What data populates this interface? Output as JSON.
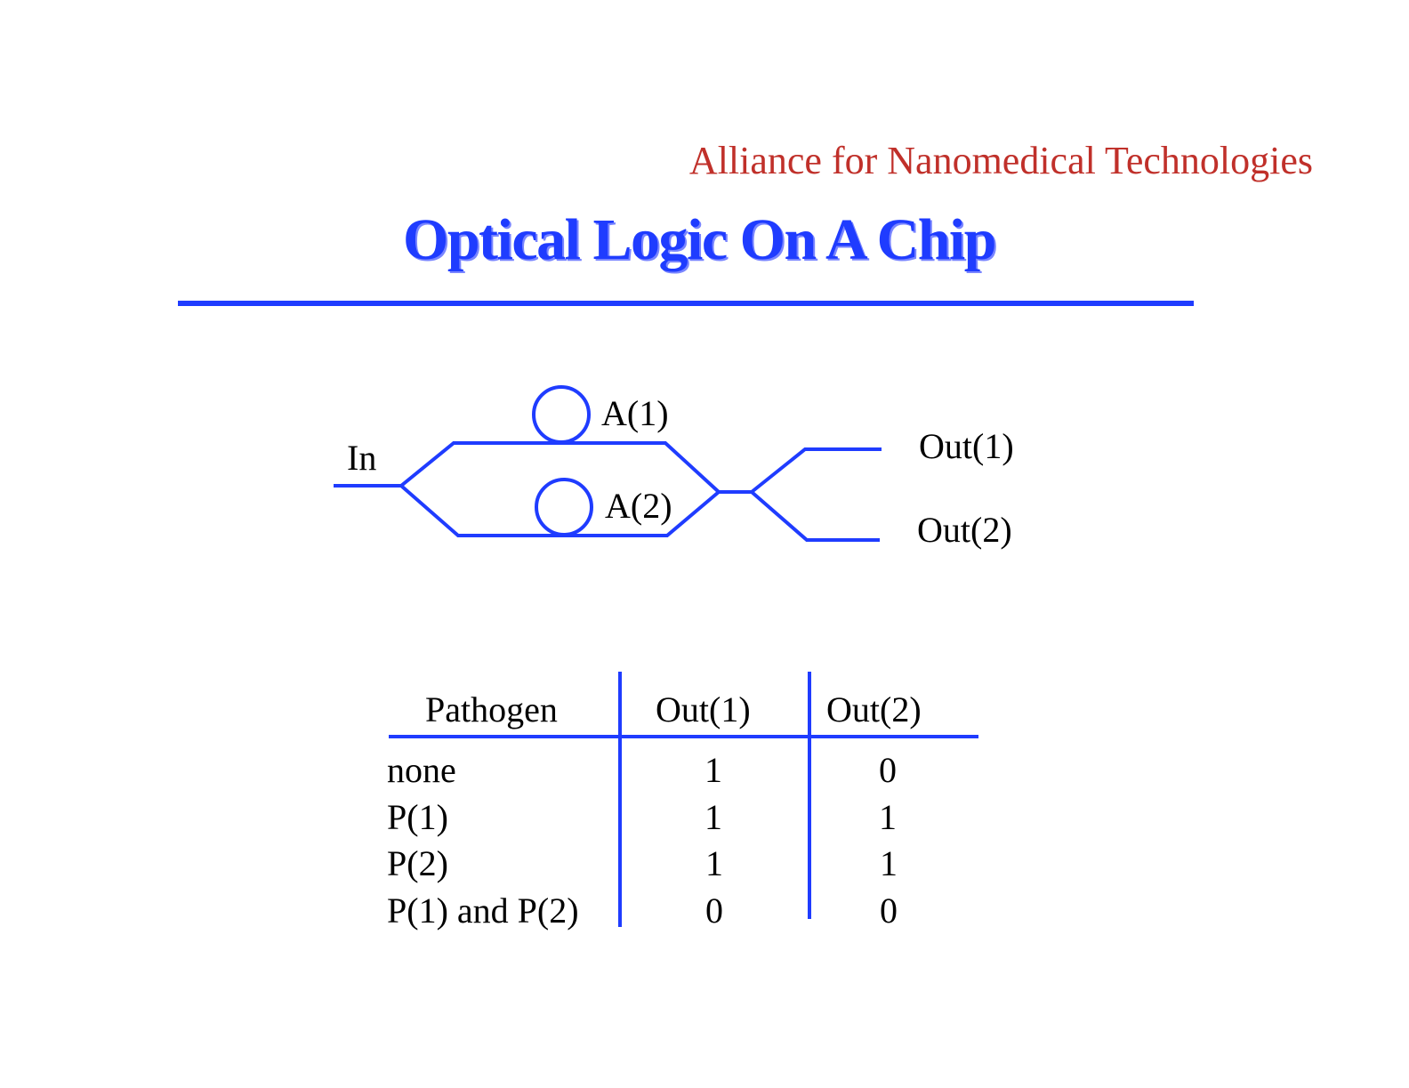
{
  "header": {
    "organization": "Alliance for Nanomedical Technologies",
    "title": "Optical Logic On A Chip"
  },
  "diagram": {
    "input_label": "In",
    "ring_labels": [
      "A(1)",
      "A(2)"
    ],
    "output_labels": [
      "Out(1)",
      "Out(2)"
    ]
  },
  "truth_table": {
    "columns": [
      "Pathogen",
      "Out(1)",
      "Out(2)"
    ],
    "rows": [
      {
        "pathogen": "none",
        "out1": "1",
        "out2": "0"
      },
      {
        "pathogen": "P(1)",
        "out1": "1",
        "out2": "1"
      },
      {
        "pathogen": "P(2)",
        "out1": "1",
        "out2": "1"
      },
      {
        "pathogen": "P(1) and P(2)",
        "out1": "0",
        "out2": "0"
      }
    ]
  },
  "colors": {
    "accent_blue": "#1f3cff",
    "org_red": "#c0302a"
  }
}
